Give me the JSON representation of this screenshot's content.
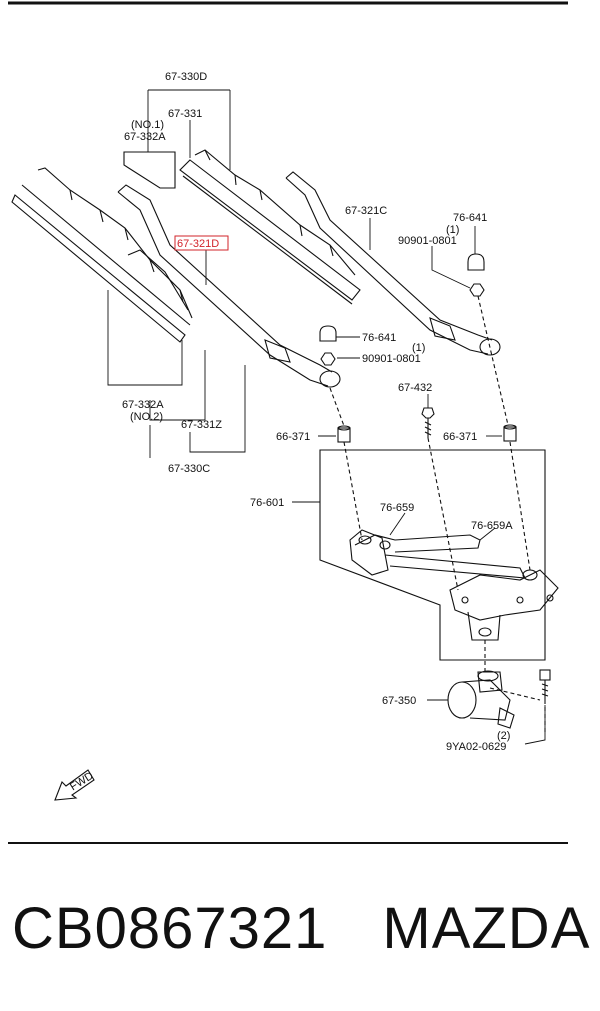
{
  "callouts": {
    "c330D": "67-330D",
    "c331": "67-331",
    "no1": "(NO.1)",
    "c332A_top": "67-332A",
    "c321C": "67-321C",
    "c641_top": "76-641",
    "qty1_top": "(1)",
    "c0801_top": "90901-0801",
    "c321D": "67-321D",
    "c641_mid": "76-641",
    "qty1_mid": "(1)",
    "c0801_mid": "90901-0801",
    "c432": "67-432",
    "c371_left": "66-371",
    "c371_right": "66-371",
    "c601": "76-601",
    "c659": "76-659",
    "c659A": "76-659A",
    "c332A_bot": "67-332A",
    "no2": "(NO.2)",
    "c331Z": "67-331Z",
    "c330C": "67-330C",
    "c350": "67-350",
    "qty2": "(2)",
    "c0629": "9YA02-0629",
    "fwd": "FWD"
  },
  "highlight_color": "#d2232a",
  "part_number": "CB0867321",
  "brand": "MAZDA"
}
